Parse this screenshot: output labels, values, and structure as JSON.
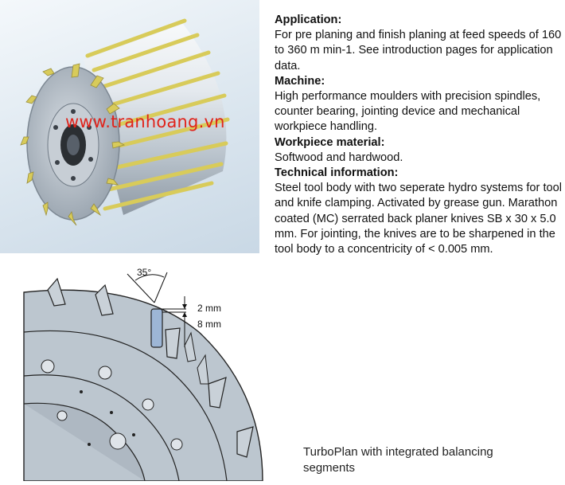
{
  "watermark": "www.tranhoang.vn",
  "sections": [
    {
      "heading": "Application:",
      "body": "For pre planing and finish planing at feed speeds of 160 to 360 m min-1. See introduction pages for application data."
    },
    {
      "heading": "Machine:",
      "body": "High performance moulders with precision spindles, counter bearing, jointing device and mechanical workpiece handling."
    },
    {
      "heading": "Workpiece material:",
      "body": "Softwood and hardwood."
    },
    {
      "heading": "Technical information:",
      "body": "Steel tool body with two seperate hydro systems for tool and knife clamping. Activated by grease gun. Marathon coated (MC) serrated back planer knives SB x 30 x 5.0 mm. For jointing, the knives are to be sharpened in the tool body to a concentricity of < 0.005 mm."
    }
  ],
  "drawing": {
    "angle_label": "35°",
    "dim_top": "2 mm",
    "dim_bottom": "8 mm"
  },
  "caption": "TurboPlan with integrated balancing segments",
  "colors": {
    "watermark": "#e0231b",
    "knife_gold": "#d8cb5a",
    "body_steel": "#bcc6cf"
  }
}
